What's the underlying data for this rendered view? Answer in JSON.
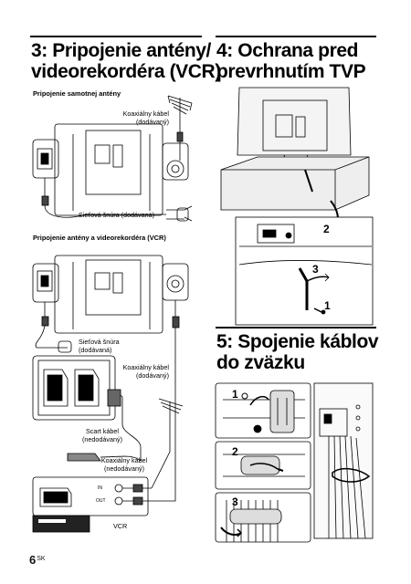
{
  "page": {
    "number": "6",
    "lang": "SK"
  },
  "section3": {
    "title_line1": "3: Pripojenie antény/",
    "title_line2": "videorekordéra (VCR)",
    "sub1": "Pripojenie samotnej antény",
    "coax1_line1": "Koaxiálny kábel",
    "coax1_line2": "(dodávaný)",
    "cord1": "Sieťová šnúra (dodávaná)",
    "sub2": "Pripojenie antény a videorekordéra (VCR)",
    "cord2_line1": "Sieťová šnúra",
    "cord2_line2": "(dodávaná)",
    "coax2_line1": "Koaxiálny kábel",
    "coax2_line2": "(dodávaný)",
    "scart_line1": "Scart kábel",
    "scart_line2": "(nedodávaný)",
    "coax3_line1": "Koaxiálny kábel",
    "coax3_line2": "(nedodávaný)",
    "vcr": "VCR",
    "port_in": "IN",
    "port_out": "OUT"
  },
  "section4": {
    "title_line1": "4: Ochrana pred",
    "title_line2": "prevrhnutím TVP",
    "step1": "1",
    "step2": "2",
    "step3": "3"
  },
  "section5": {
    "title_line1": "5: Spojenie káblov",
    "title_line2": "do zväzku",
    "step1": "1",
    "step2": "2",
    "step3": "3"
  }
}
